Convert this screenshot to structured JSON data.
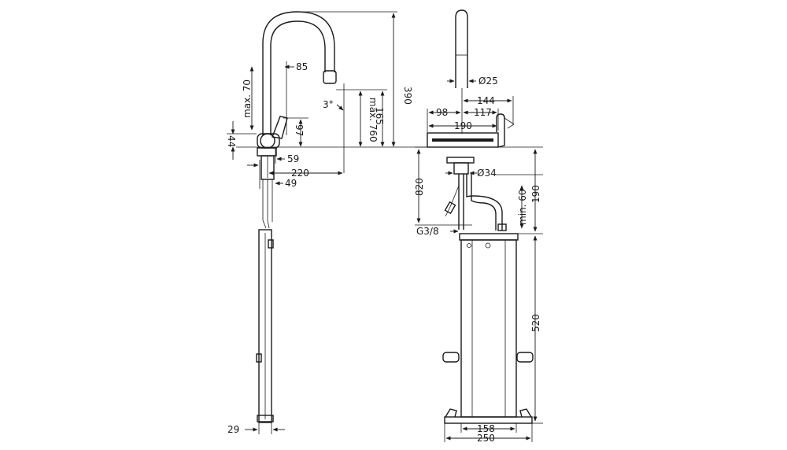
{
  "side_view": {
    "dimensions": {
      "spout_offset": "85",
      "max_pullout": "max. 70",
      "height_total": "390",
      "angle": "3°",
      "max_spray_height": "max. 760",
      "spout_clearance": "165",
      "lever_height": "97",
      "base_height": "44",
      "base_offset": "59",
      "reach": "220",
      "shank_offset": "49",
      "rail_width": "29"
    }
  },
  "front_view": {
    "dimensions": {
      "spout_diameter": "Ø25",
      "spout_to_edge": "144",
      "left_width": "98",
      "right_width": "117",
      "platform_width": "190",
      "shank_diameter": "Ø34",
      "hose_min": "min. 60",
      "hose_height": "190",
      "under_sink_depth": "820",
      "thread": "G3/8",
      "box_height": "520",
      "box_width": "158",
      "foot_width": "250"
    }
  }
}
